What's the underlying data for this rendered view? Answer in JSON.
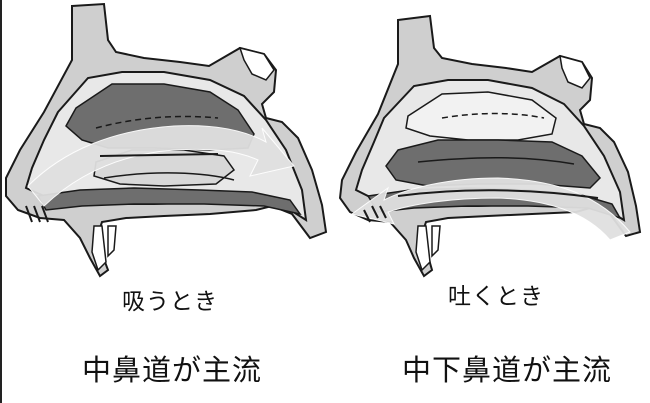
{
  "panels": [
    {
      "caption": "吸うとき",
      "headline": "中鼻道が主流",
      "flow_direction": "inhale"
    },
    {
      "caption": "吐くとき",
      "headline": "中下鼻道が主流",
      "flow_direction": "exhale"
    }
  ],
  "colors": {
    "outline": "#1a1a1a",
    "bone_gray": "#cfcfcf",
    "passage_dark": "#6e6e6e",
    "passage_light": "#e8e8e8",
    "arrow_fill": "#e0e0e0"
  }
}
